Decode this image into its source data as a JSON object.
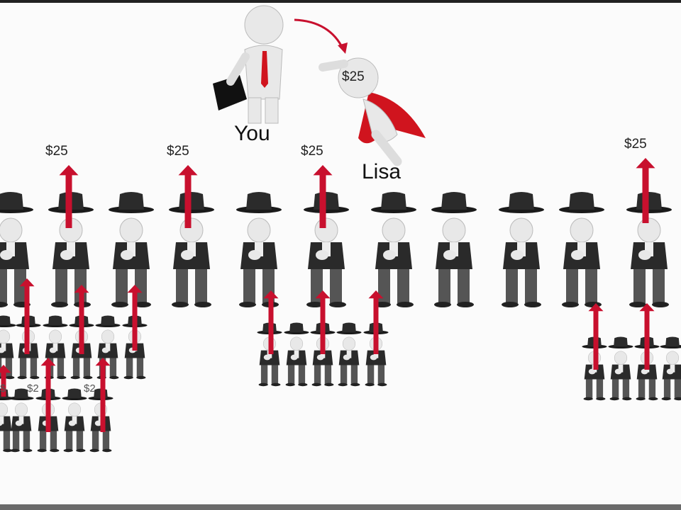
{
  "people": {
    "you_label": "You",
    "lisa_label": "Lisa",
    "lisa_amount": "$25"
  },
  "commissions": {
    "amount_labels": [
      "$25",
      "$25",
      "$25",
      "$25"
    ],
    "partial_labels": [
      "$",
      "$2",
      "$2"
    ]
  },
  "colors": {
    "arrow": "#c8102e",
    "tie": "#d0141e",
    "suit": "#2a2a2a",
    "figure": "#e8e8e8"
  }
}
